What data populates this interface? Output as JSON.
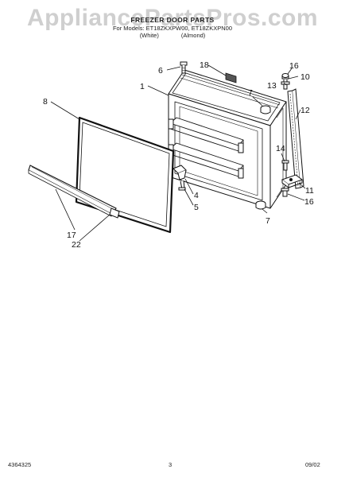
{
  "watermark": "AppliancePartsPros.com",
  "header": {
    "title": "FREEZER DOOR PARTS",
    "models": "For Models: ET18ZKXPW00, ET18ZKXPN00",
    "color_white": "(White)",
    "color_almond": "(Almond)"
  },
  "callouts": {
    "n1": "1",
    "n4": "4",
    "n5": "5",
    "n6": "6",
    "n7a": "7",
    "n7b": "7",
    "n8": "8",
    "n10": "10",
    "n11": "11",
    "n12": "12",
    "n13": "13",
    "n14": "14",
    "n16a": "16",
    "n16b": "16",
    "n17": "17",
    "n18": "18",
    "n22": "22"
  },
  "footer": {
    "doc_number": "4364325",
    "page_number": "3",
    "version": "09/02"
  }
}
